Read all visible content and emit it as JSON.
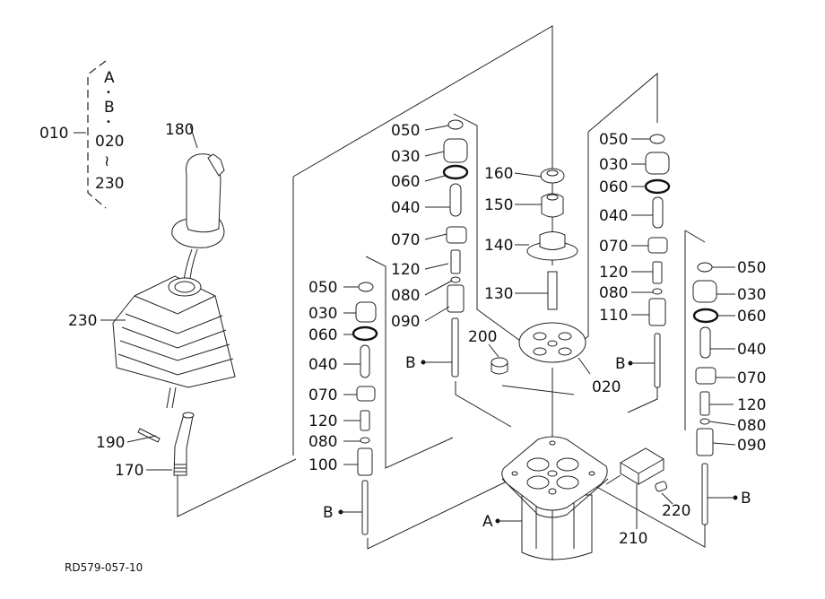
{
  "diagram": {
    "title": "Exploded parts diagram - pilot valve / joystick assembly",
    "drawing_code": "RD579-057-10",
    "assembly_group": {
      "label": "010",
      "contents": [
        "A",
        "•",
        "B",
        "•",
        "020",
        "≀",
        "230"
      ]
    },
    "callouts": {
      "c180": "180",
      "c230": "230",
      "c190": "190",
      "c170": "170",
      "l050": "050",
      "l030": "030",
      "l060": "060",
      "l040": "040",
      "l070": "070",
      "l120": "120",
      "l080": "080",
      "l100": "100",
      "lB": "B",
      "m050": "050",
      "m030": "030",
      "m060": "060",
      "m040": "040",
      "m070": "070",
      "m120": "120",
      "m080": "080",
      "m090": "090",
      "mB": "B",
      "c160": "160",
      "c150": "150",
      "c140": "140",
      "c130": "130",
      "c200": "200",
      "c020": "020",
      "n050": "050",
      "n030": "030",
      "n060": "060",
      "n040": "040",
      "n070": "070",
      "n120": "120",
      "n080": "080",
      "n110": "110",
      "nB": "B",
      "r050": "050",
      "r030": "030",
      "r060": "060",
      "r040": "040",
      "r070": "070",
      "r120": "120",
      "r080": "080",
      "r090": "090",
      "rB": "B",
      "cA": "A",
      "c210": "210",
      "c220": "220"
    }
  }
}
